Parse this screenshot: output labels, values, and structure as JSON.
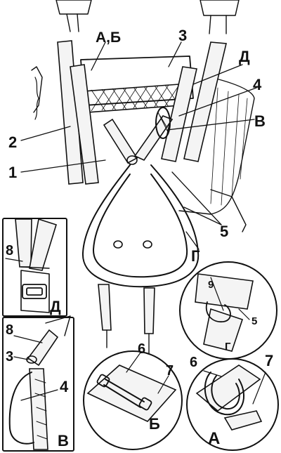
{
  "labels": {
    "a_b": "А,Б",
    "three_top": "3",
    "d_top": "Д",
    "four_top": "4",
    "v_top": "В",
    "two": "2",
    "one": "1",
    "five_main": "5",
    "g_main": "Г",
    "eight_d": "8",
    "d_inset": "Д",
    "nine": "9",
    "five_g": "5",
    "g_inset": "Г",
    "eight_v": "8",
    "three_v": "3",
    "four_v": "4",
    "v_inset": "В",
    "six_b": "6",
    "seven_b": "7",
    "b_inset": "Б",
    "six_a": "6",
    "seven_a": "7",
    "a_inset": "А"
  }
}
